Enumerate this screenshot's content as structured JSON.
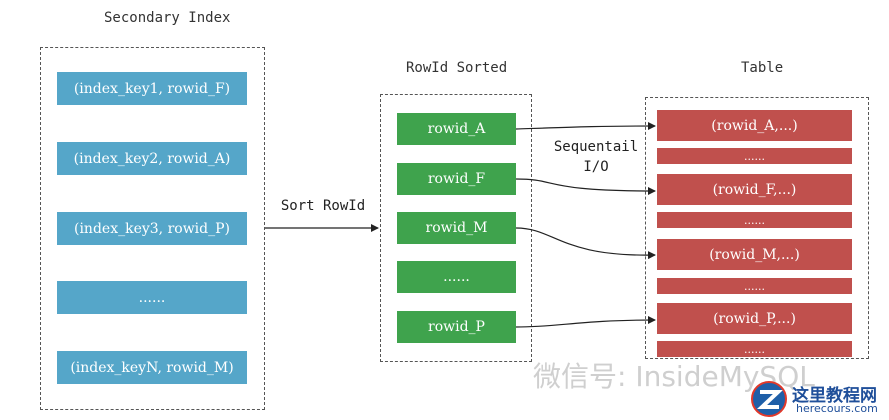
{
  "secondary_index": {
    "title": "Secondary Index",
    "entries": [
      "(index_key1, rowid_F)",
      "(index_key2, rowid_A)",
      "(index_key3, rowid_P)",
      "......",
      "(index_keyN, rowid_M)"
    ]
  },
  "sort_label": "Sort RowId",
  "rowid_sorted": {
    "title": "RowId Sorted",
    "entries": [
      "rowid_A",
      "rowid_F",
      "rowid_M",
      "......",
      "rowid_P"
    ]
  },
  "io_label": [
    "Sequentail",
    "I/O"
  ],
  "table": {
    "title": "Table",
    "rows": [
      "(rowid_A,...)",
      "......",
      "(rowid_F,...)",
      "......",
      "(rowid_M,...)",
      "......",
      "(rowid_P,...)",
      "......"
    ]
  },
  "watermark": "微信号: InsideMySQL",
  "logo": {
    "title": "这里教程网",
    "url": "herecours.com"
  },
  "colors": {
    "blue": "#55a6c9",
    "green": "#3fa34d",
    "red": "#c0504d",
    "border": "#555555"
  }
}
